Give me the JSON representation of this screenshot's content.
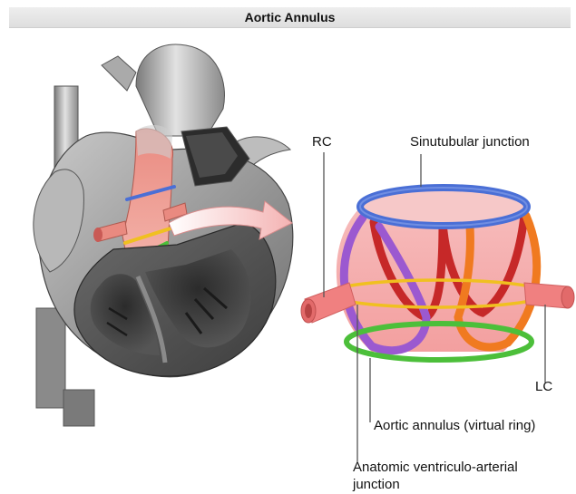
{
  "header": {
    "title": "Aortic Annulus"
  },
  "labels": {
    "rc": "RC",
    "lc": "LC",
    "sinotubular": "Sinutubular junction",
    "annulus": "Aortic annulus (virtual ring)",
    "vaj_line1": "Anatomic ventriculo-arterial",
    "vaj_line2": "junction"
  },
  "colors": {
    "sinotubular_ring": "#4a6fd6",
    "annulus_ring": "#f0c020",
    "vaj_ring": "#4cbf3a",
    "left_cusp": "#9b59d0",
    "right_cusp": "#f07a20",
    "cusp_red": "#c62828",
    "root_fill": "#f4a7a7",
    "coronary": "#f08080"
  }
}
